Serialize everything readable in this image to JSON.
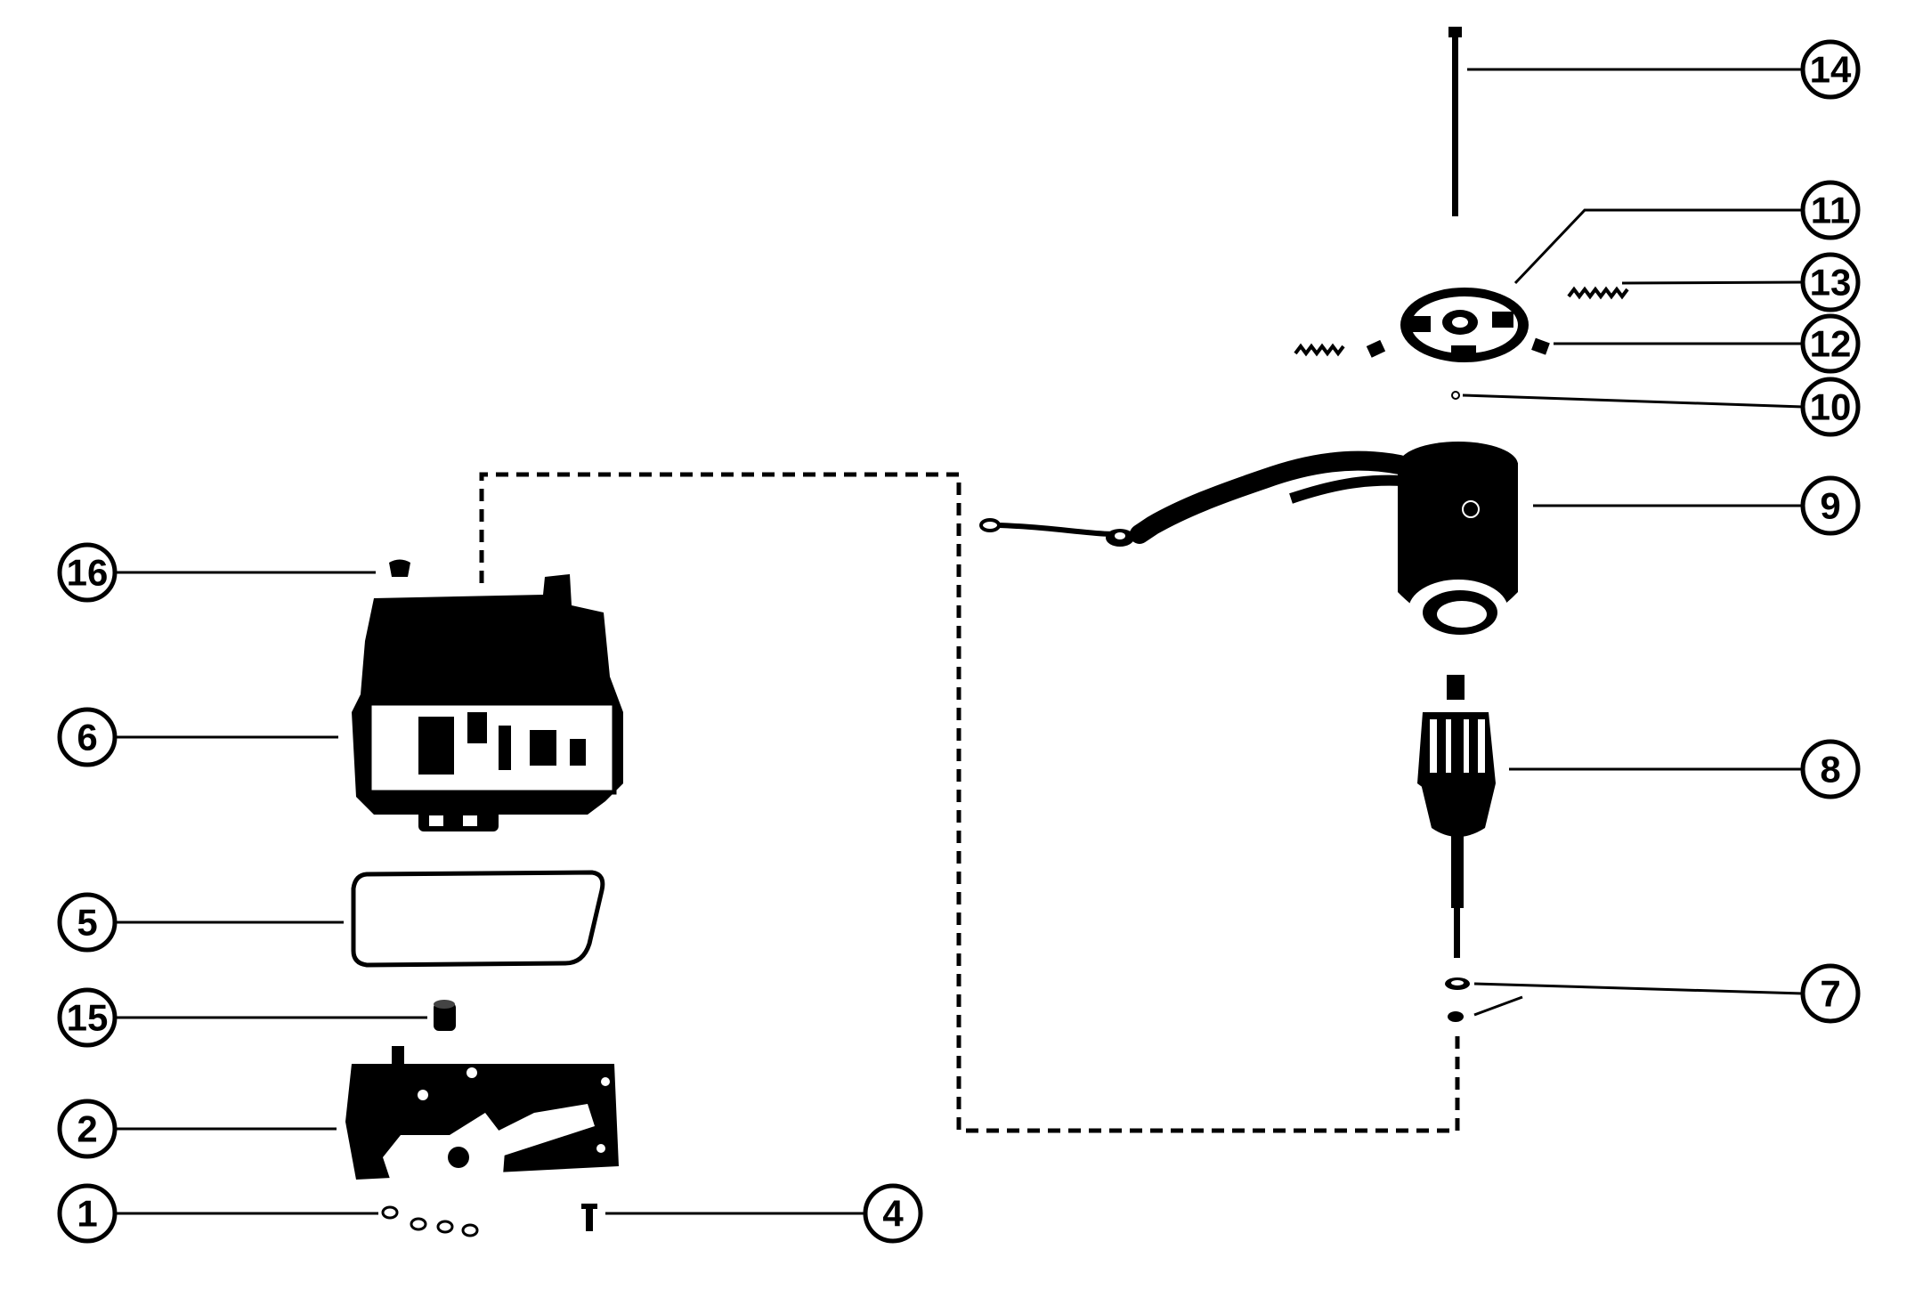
{
  "diagram": {
    "background": "#ffffff",
    "ink": "#000000",
    "callouts": [
      {
        "id": "c14",
        "label": "14"
      },
      {
        "id": "c11",
        "label": "11"
      },
      {
        "id": "c13",
        "label": "13"
      },
      {
        "id": "c12",
        "label": "12"
      },
      {
        "id": "c10",
        "label": "10"
      },
      {
        "id": "c9",
        "label": "9"
      },
      {
        "id": "c8",
        "label": "8"
      },
      {
        "id": "c7",
        "label": "7"
      },
      {
        "id": "c16",
        "label": "16"
      },
      {
        "id": "c6",
        "label": "6"
      },
      {
        "id": "c5",
        "label": "5"
      },
      {
        "id": "c15",
        "label": "15"
      },
      {
        "id": "c2",
        "label": "2"
      },
      {
        "id": "c1",
        "label": "1"
      },
      {
        "id": "c4",
        "label": "4"
      }
    ]
  }
}
